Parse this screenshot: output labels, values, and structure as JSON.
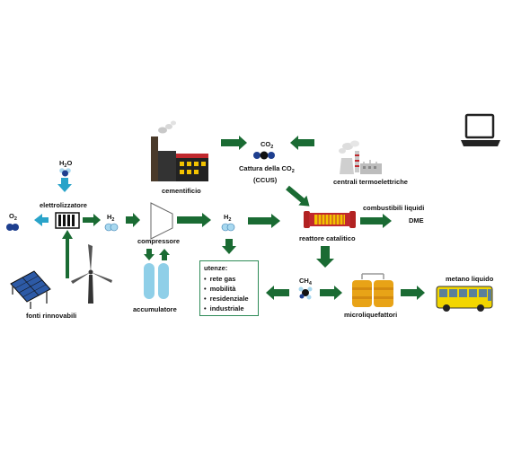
{
  "colors": {
    "arrow": "#1a6b33",
    "cyan": "#29a3c9",
    "blue": "#1e3f8f",
    "light_blue": "#a8d8ef"
  },
  "labels": {
    "h2o": "H2O",
    "elettrolizzatore": "elettrolizzatore",
    "o2": "O2",
    "h2_left": "H2",
    "compressore": "compressore",
    "h2_mid": "H2",
    "co2": "CO2",
    "cattura_line1": "Cattura della CO2",
    "cattura_line2": "(CCUS)",
    "cementificio": "cementificio",
    "centrali": "centrali termoelettriche",
    "combustibili": "combustibili liquidi",
    "dme": "DME",
    "reattore": "reattore catalitico",
    "ch4": "CH4",
    "microliquefattori": "microliquefattori",
    "metano_liquido": "metano liquido",
    "accumulatore": "accumulatore",
    "fonti": "fonti rinnovabili"
  },
  "utenze": {
    "title": "utenze:",
    "items": [
      "rete gas",
      "mobilità",
      "residenziale",
      "industriale"
    ]
  },
  "icons": [
    "laptop-icon",
    "factory-icon",
    "power-plant-icon",
    "solar-panel-icon",
    "wind-turbine-icon",
    "bus-icon"
  ]
}
